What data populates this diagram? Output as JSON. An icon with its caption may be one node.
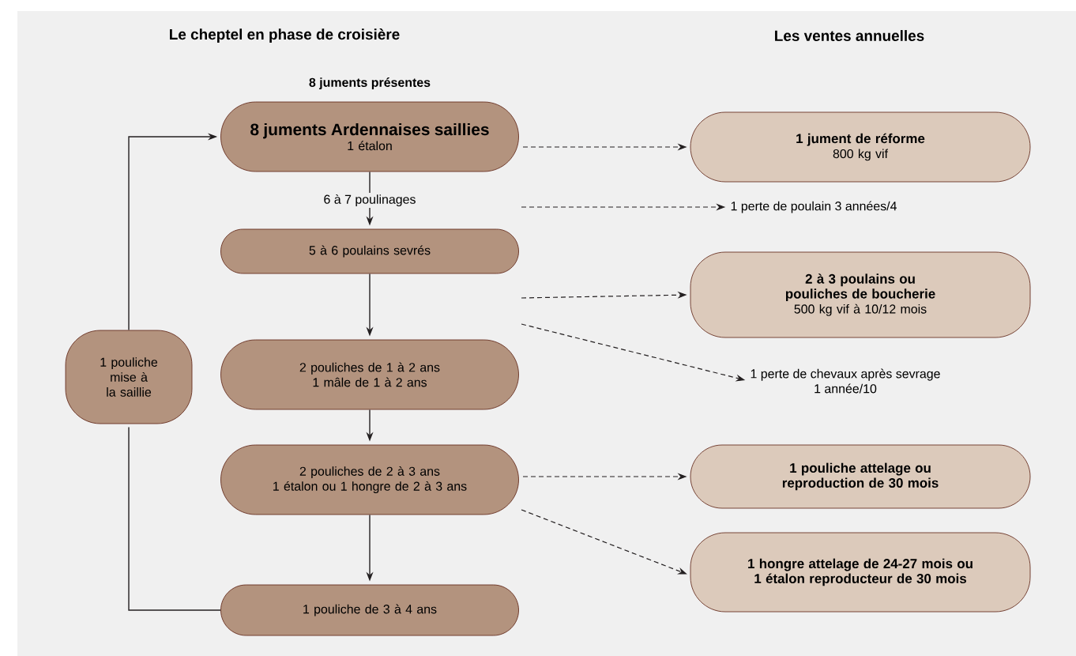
{
  "diagram": {
    "nodes": [
      {
        "text": [
          "8 juments Ardennaises saillies",
          "1 étalon"
        ],
        "beside": [
          "8 juments présentes"
        ]
      },
      {
        "text": [
          "5 à 6 poulains sevrés"
        ]
      },
      {
        "text": [
          "2 pouliches de 1 à 2 ans",
          "1 mâle de 1 à 2 ans"
        ]
      },
      {
        "text": [
          "2 pouliches de 2 à 3 ans",
          "1 étalon ou 1 hongre de 2 à 3 ans"
        ]
      },
      {
        "text": [
          "1 pouliche de 3 à 4 ans"
        ]
      },
      {
        "text": [
          "1 pouliche mise à la saillie"
        ]
      },
      {
        "text": [
          "1 jument de réforme",
          "800 kg vif"
        ]
      },
      {
        "text": [
          "1 perte de poulain 3 années/4"
        ]
      },
      {
        "text": [
          "2 à 3 poulains ou pouliches de boucherie",
          "500 kg vif à 10/12 mois"
        ]
      },
      {
        "text": [
          "1 perte de chevaux après sevrage",
          "1 année/10"
        ]
      },
      {
        "text": [
          "1 pouliche attelage ou reproduction de 30 mois"
        ]
      },
      {
        "text": [
          "1 hongre attelage de 24-27 mois ou 1 étalon reproducteur de 30 mois"
        ]
      }
    ],
    "edges": [
      {
        "from": 0,
        "to": 1,
        "arrow": "to",
        "label": "6 à 7 poulinages"
      },
      {
        "from": 1,
        "to": 2,
        "arrow": "to"
      },
      {
        "from": 2,
        "to": 3,
        "arrow": "to"
      },
      {
        "from": 3,
        "to": 4,
        "arrow": "to"
      },
      {
        "from": 4,
        "to": 5,
        "arrow": "none"
      },
      {
        "from": 5,
        "to": 0,
        "arrow": "to"
      },
      {
        "from": 0,
        "to": 6,
        "arrow": "to",
        "style": "dashed"
      },
      {
        "from": null,
        "to": 7,
        "arrow": "to",
        "style": "dashed"
      },
      {
        "from": null,
        "to": 8,
        "arrow": "to",
        "style": "dashed"
      },
      {
        "from": null,
        "to": 9,
        "arrow": "to",
        "style": "dashed"
      },
      {
        "from": 3,
        "to": 10,
        "arrow": "to",
        "style": "dashed"
      },
      {
        "from": 3,
        "to": 11,
        "arrow": "to",
        "style": "dashed"
      }
    ],
    "labels": [
      "Le cheptel en phase de croisière",
      "Les ventes annuelles"
    ]
  }
}
